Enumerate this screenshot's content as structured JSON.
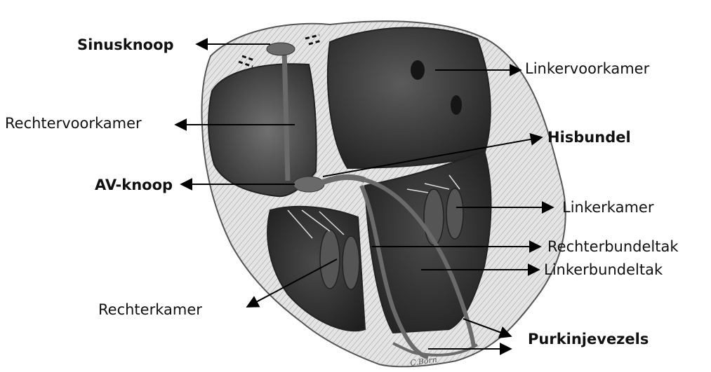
{
  "labels": {
    "sinusknoop": "Sinusknoop",
    "linkervoorkamer": "Linkervoorkamer",
    "rechtervoorkamer": "Rechtervoorkamer",
    "hisbundel": "Hisbundel",
    "av_knoop": "AV-knoop",
    "linkerkamer": "Linkerkamer",
    "rechterbundeltak": "Rechterbundeltak",
    "linkerbundeltak": "Linkerbundeltak",
    "rechterkamer": "Rechterkamer",
    "purkinjevezels": "Purkinjevezels"
  },
  "signature": "C.Born",
  "colors": {
    "chamber": "#3f3f3f",
    "conduction": "#6a6a6a",
    "wall": "#d8d8d8",
    "text": "#111111"
  }
}
